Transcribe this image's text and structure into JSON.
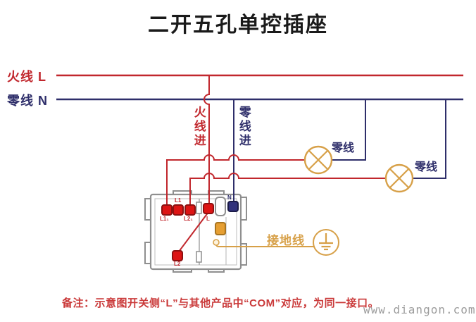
{
  "title": "二开五孔单控插座",
  "wires": {
    "live_label": "火线 L",
    "neutral_label": "零线 N",
    "live_in_label": "火线进",
    "neutral_in_label": "零线进",
    "lamp1_neutral_label": "零线",
    "lamp2_neutral_label": "零线",
    "ground_label": "接地线"
  },
  "device": {
    "terminal_labels": {
      "t1": "L1₁",
      "t2": "L1",
      "t3": "L2₁",
      "t4": "L",
      "t5": "N",
      "t6": "L2"
    }
  },
  "note": "备注：示意图开关侧“L”与其他产品中“COM”对应，为同一接口。",
  "watermark": "www.diangon.com",
  "colors": {
    "title_text": "#1a1a1a",
    "live": "#c1272d",
    "neutral": "#2e2e6a",
    "ground": "#d7a048",
    "terminal_red": "#dd1414",
    "terminal_red_border": "#8c1010",
    "terminal_blue": "#32327c",
    "terminal_blue_border": "#1c1c48",
    "terminal_orange": "#e69f33",
    "terminal_orange_border": "#a87420",
    "device_outline": "#8f8f8f",
    "note_text": "#ca3a3a",
    "watermark_text": "#9d9d9d"
  }
}
